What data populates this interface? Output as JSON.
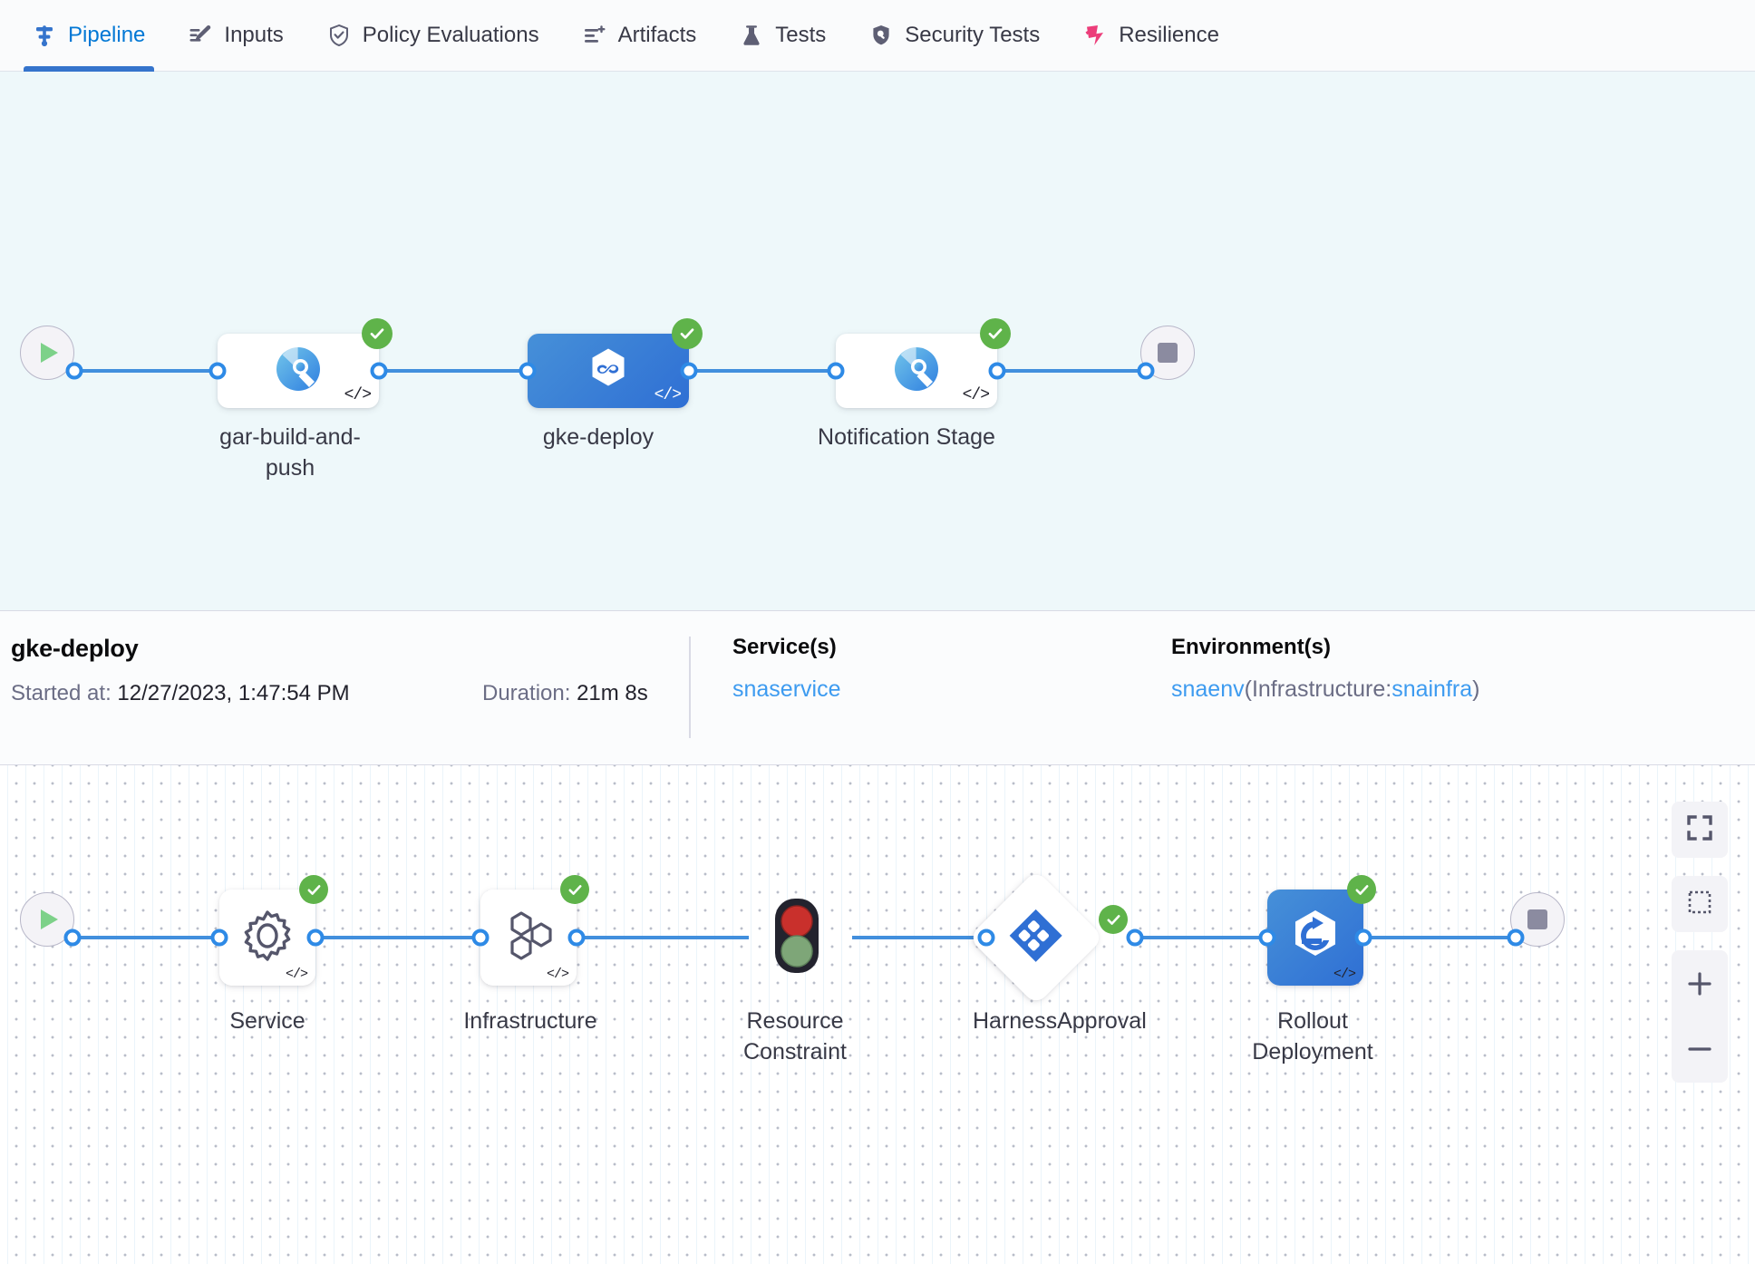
{
  "tabs": [
    {
      "label": "Pipeline",
      "icon": "pipeline-icon",
      "active": true
    },
    {
      "label": "Inputs",
      "icon": "inputs-pencil-icon",
      "active": false
    },
    {
      "label": "Policy Evaluations",
      "icon": "policy-shield-check-icon",
      "active": false
    },
    {
      "label": "Artifacts",
      "icon": "artifacts-list-plus-icon",
      "active": false
    },
    {
      "label": "Tests",
      "icon": "tests-flask-icon",
      "active": false
    },
    {
      "label": "Security Tests",
      "icon": "security-shield-icon",
      "active": false
    },
    {
      "label": "Resilience",
      "icon": "resilience-icon",
      "active": false
    }
  ],
  "colors": {
    "accent_blue": "#0278d5",
    "edge_blue": "#428fdd",
    "success_green": "#5fb34a",
    "selected_node": "#3574cc",
    "link_blue": "#3d9bf0",
    "canvas_top_bg": "#eef8fa",
    "resilience_pink": "#ec3d7a"
  },
  "pipeline_canvas": {
    "start_node": "start-play-node",
    "end_node": "end-stop-node",
    "stages": [
      {
        "name": "gar-build-and-push",
        "status": "success",
        "icon": "gcp-build-icon",
        "selected": false,
        "code_glyph": "</>"
      },
      {
        "name": "gke-deploy",
        "status": "success",
        "icon": "harness-deploy-icon",
        "selected": true,
        "code_glyph": "</>"
      },
      {
        "name": "Notification Stage",
        "status": "success",
        "icon": "gcp-build-icon",
        "selected": false,
        "code_glyph": "</>"
      }
    ]
  },
  "details": {
    "title": "gke-deploy",
    "started_label": "Started at:",
    "started_value": "12/27/2023, 1:47:54 PM",
    "duration_label": "Duration:",
    "duration_value": "21m 8s",
    "services_header": "Service(s)",
    "services_value": "snaservice",
    "environments_header": "Environment(s)",
    "environment_name": "snaenv",
    "environment_infra_prefix": "(Infrastructure:",
    "environment_infra_name": "snainfra",
    "environment_infra_suffix": ")"
  },
  "exec_graph": {
    "start_node": "start-play-node",
    "end_node": "end-stop-node",
    "steps": [
      {
        "name": "Service",
        "status": "success",
        "icon": "gear-icon",
        "shape": "card",
        "selected": false,
        "code_glyph": "</>"
      },
      {
        "name": "Infrastructure",
        "status": "success",
        "icon": "hexagon-cluster-icon",
        "shape": "card",
        "selected": false,
        "code_glyph": "</>"
      },
      {
        "name": "Resource Constraint",
        "status": "none",
        "icon": "traffic-light-icon",
        "shape": "plain",
        "selected": false,
        "code_glyph": ""
      },
      {
        "name": "HarnessApproval",
        "status": "success",
        "icon": "approval-diamond-icon",
        "shape": "diamond",
        "selected": false,
        "code_glyph": ""
      },
      {
        "name": "Rollout Deployment",
        "status": "success",
        "icon": "rollout-hexagon-icon",
        "shape": "card",
        "selected": true,
        "code_glyph": "</>"
      }
    ],
    "zoom_controls": [
      {
        "name": "fit-to-screen-button",
        "icon": "expand-icon"
      },
      {
        "name": "select-area-button",
        "icon": "dashed-square-icon"
      },
      {
        "name": "zoom-in-button",
        "icon": "plus-icon"
      },
      {
        "name": "zoom-out-button",
        "icon": "minus-icon"
      }
    ]
  }
}
